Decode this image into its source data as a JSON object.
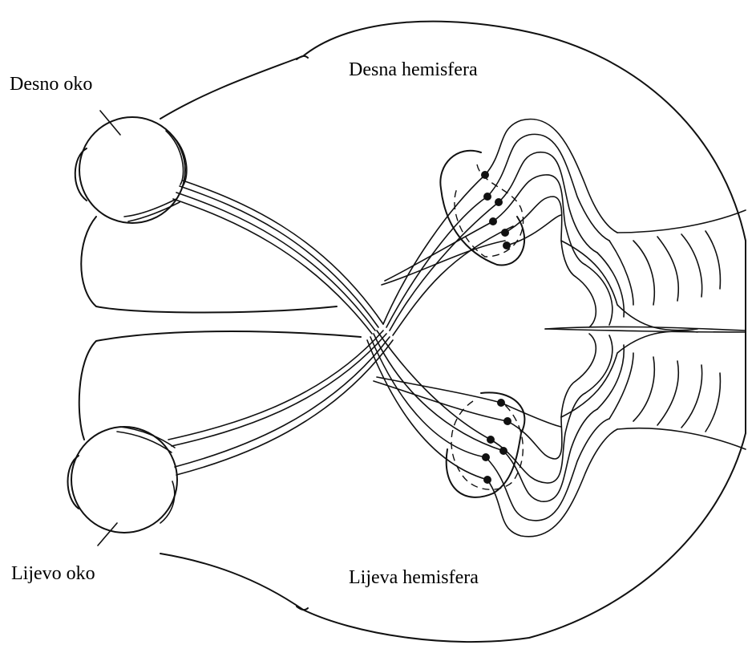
{
  "labels": {
    "right_eye": "Desno oko",
    "left_eye": "Lijevo oko",
    "right_hemisphere": "Desna hemisfera",
    "left_hemisphere": "Lijeva hemisfera"
  }
}
